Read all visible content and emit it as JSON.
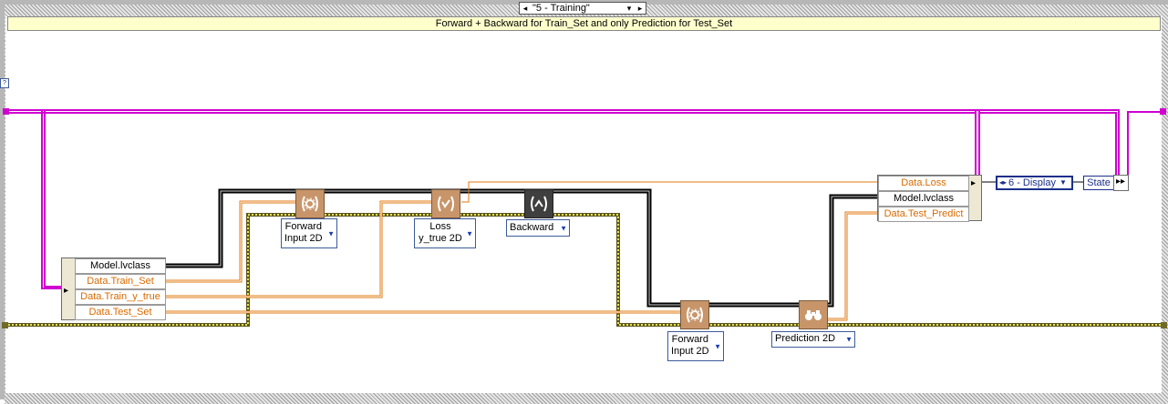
{
  "case_selector": {
    "value": "\"5 - Training\"",
    "left_arrow": "◂",
    "right_arrow": "▸",
    "dropdown": "▾"
  },
  "comment": "Forward + Backward for Train_Set and only Prediction for Test_Set",
  "input_cluster": {
    "rows": [
      "Model.lvclass",
      "Data.Train_Set",
      "Data.Train_y_true",
      "Data.Test_Set"
    ]
  },
  "output_cluster": {
    "rows": [
      "Data.Loss",
      "Model.lvclass",
      "Data.Test_Predict"
    ]
  },
  "forward_top": {
    "line1": "Forward",
    "line2": "Input 2D"
  },
  "loss": {
    "line1": "Loss",
    "line2": "y_true 2D"
  },
  "backward": {
    "label": "Backward"
  },
  "forward_bottom": {
    "line1": "Forward",
    "line2": "Input 2D"
  },
  "prediction": {
    "label": "Prediction 2D"
  },
  "next_state": {
    "value": "6 -  Display"
  },
  "state_label": "State",
  "terminal_marker": "?",
  "colors": {
    "class_wire": "#000000",
    "data_wire": "#e07a10",
    "error_wire": "#706a2a",
    "state_wire": "#d000d0",
    "vi_tan": "#c8956a",
    "enum_blue": "#1c2f8a"
  }
}
